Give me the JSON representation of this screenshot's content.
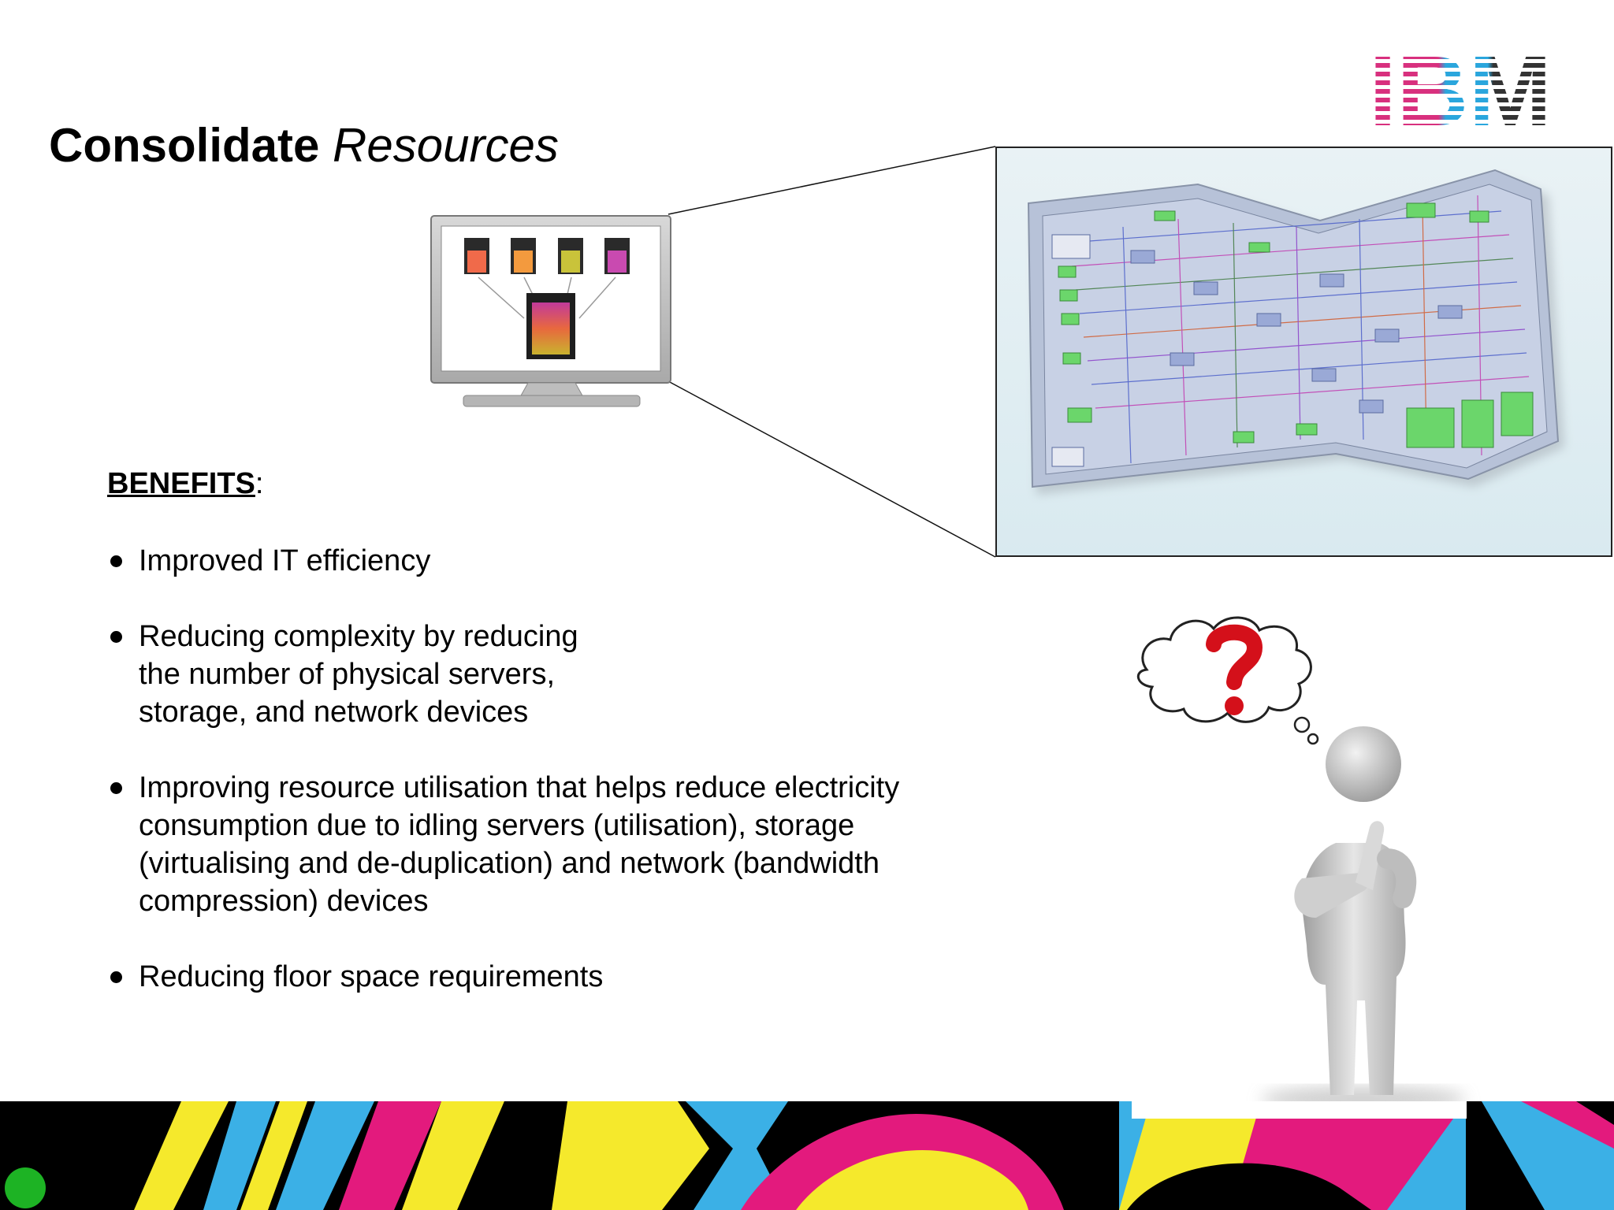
{
  "slide": {
    "title_bold": "Consolidate",
    "title_italic": "Resources",
    "logo_text": "IBM",
    "benefits_heading": "BENEFITS",
    "benefits_colon": ":",
    "benefits": [
      {
        "lines": [
          "Improved IT efficiency"
        ]
      },
      {
        "lines": [
          "Reducing complexity by reducing",
          "the number of physical servers,",
          "storage, and network devices"
        ]
      },
      {
        "lines": [
          "Improving resource utilisation that helps reduce electricity",
          "consumption due to idling servers (utilisation), storage",
          "(virtualising and de-duplication) and network (bandwidth",
          "compression) devices"
        ]
      },
      {
        "lines": [
          "Reducing floor space requirements"
        ]
      }
    ]
  },
  "images": {
    "monitor": "server-consolidation-monitor-illustration",
    "map": "folded-application-diagram-map",
    "thinker": "thinking-figure-question-mark",
    "footer": "colorful-striped-footer-band"
  },
  "colors": {
    "ibm_magenta": "#d8307e",
    "ibm_blue": "#2aa6dd",
    "ibm_dark": "#333333",
    "footer_yellow": "#f5e92c",
    "footer_blue": "#3bb0e6",
    "footer_magenta": "#e31a7d",
    "footer_black": "#000000",
    "footer_green": "#1db324"
  }
}
